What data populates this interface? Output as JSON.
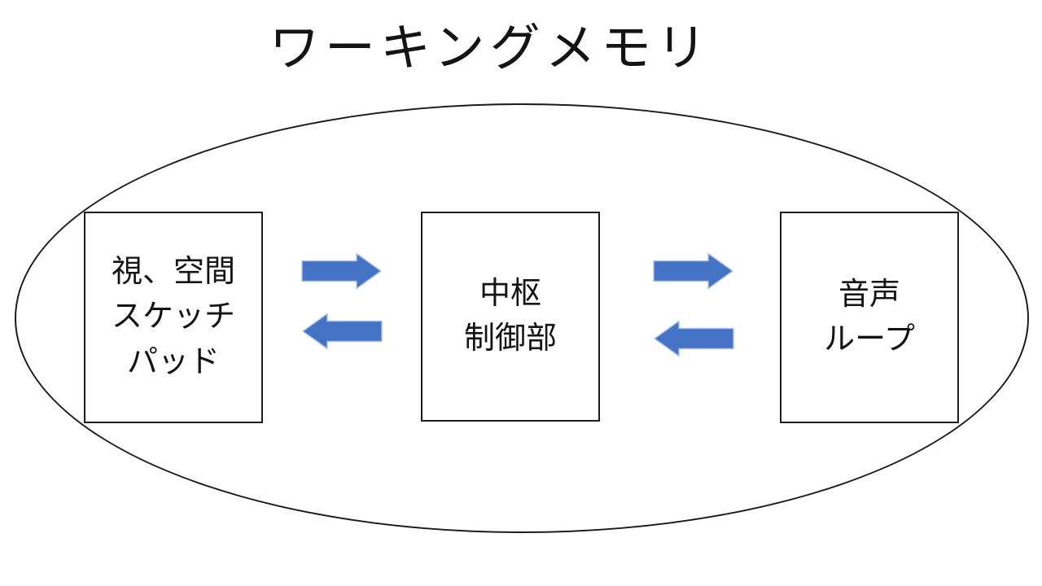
{
  "title": "ワーキングメモリ",
  "diagram": {
    "boxes": [
      {
        "id": "visuospatial-sketchpad",
        "label": "視、空間\nスケッチ\nパッド"
      },
      {
        "id": "central-executive",
        "label": "中枢\n制御部"
      },
      {
        "id": "phonological-loop",
        "label": "音声\nループ"
      }
    ],
    "arrows": [
      {
        "between": "visuospatial-sketchpad and central-executive",
        "directions": [
          "right",
          "left"
        ]
      },
      {
        "between": "central-executive and phonological-loop",
        "directions": [
          "right",
          "left"
        ]
      }
    ]
  },
  "colors": {
    "arrow_fill": "#4472C4",
    "arrow_border": "#AFC2E2",
    "outline": "#1C1C1C",
    "background": "#FFFFFF"
  }
}
